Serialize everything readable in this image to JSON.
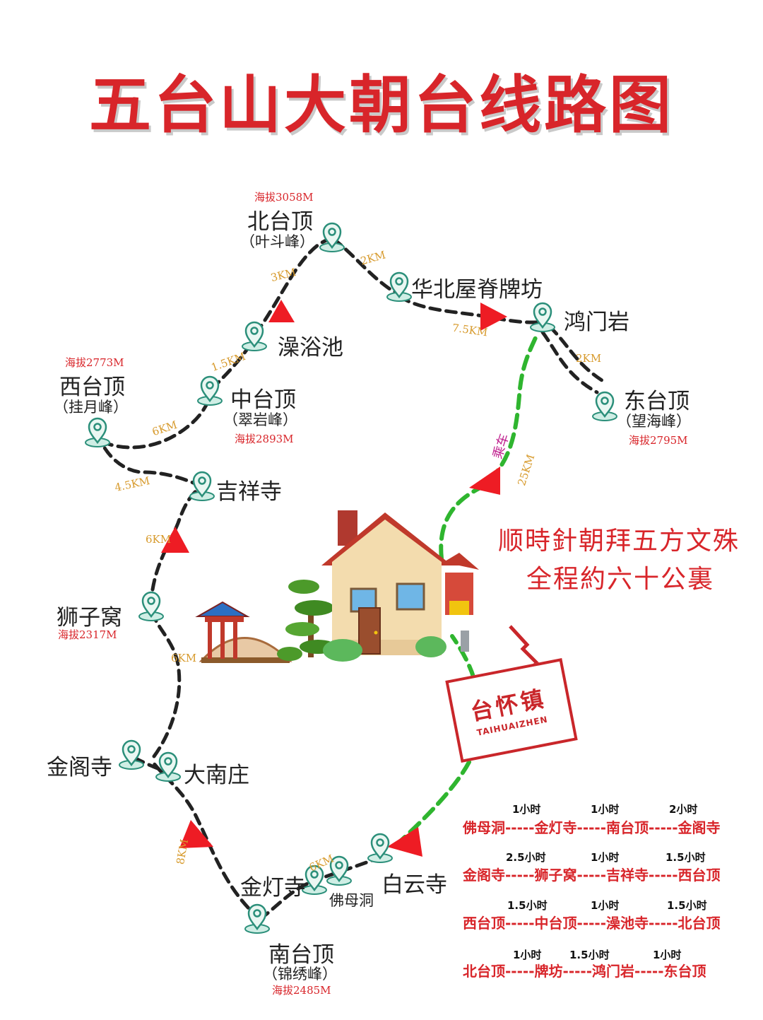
{
  "title": "五台山大朝台线路图",
  "places": {
    "beitai": {
      "name": "北台顶",
      "alias": "（叶斗峰）",
      "altitude": "海拔3058M"
    },
    "huabei": {
      "name": "华北屋脊牌坊"
    },
    "hongmen": {
      "name": "鸿门岩"
    },
    "zaoyu": {
      "name": "澡浴池"
    },
    "xitai": {
      "name": "西台顶",
      "alias": "（挂月峰）",
      "altitude": "海拔2773M"
    },
    "zhongtai": {
      "name": "中台顶",
      "alias": "（翠岩峰）",
      "altitude": "海拔2893M"
    },
    "dongtai": {
      "name": "东台顶",
      "alias": "（望海峰）",
      "altitude": "海拔2795M"
    },
    "jixiang": {
      "name": "吉祥寺"
    },
    "shizi": {
      "name": "狮子窝",
      "altitude": "海拔2317M"
    },
    "jinge": {
      "name": "金阁寺"
    },
    "dananzhuang": {
      "name": "大南庄"
    },
    "jindeng": {
      "name": "金灯寺"
    },
    "fomu": {
      "name": "佛母洞"
    },
    "baiyun": {
      "name": "白云寺"
    },
    "nantai": {
      "name": "南台顶",
      "alias": "（锦绣峰）",
      "altitude": "海拔2485M"
    }
  },
  "distances": {
    "d_zaoyu_beitai": "3KM",
    "d_beitai_huabei": "2KM",
    "d_huabei_hongmen": "7.5KM",
    "d_hongmen_dongtai": "2KM",
    "d_zhongtai_zaoyu": "1.5KM",
    "d_xitai_zhongtai": "6KM",
    "d_xitai_jixiang": "4.5KM",
    "d_shizi_jixiang": "6KM",
    "d_jinge_shizi": "6KM",
    "d_nantai_jinge": "8KM",
    "d_jindeng_baiyun": "6KM",
    "d_town_hongmen": "25KM"
  },
  "ride_label": "乘车",
  "town": {
    "name": "台怀镇",
    "pinyin": "TAIHUAIZHEN"
  },
  "note": {
    "line1": "顺時針朝拜五方文殊",
    "line2": "全程約六十公裏"
  },
  "schedule": [
    {
      "stops": [
        "佛母洞",
        "金灯寺",
        "南台顶",
        "金阁寺"
      ],
      "times": [
        "1小时",
        "1小时",
        "2小时"
      ]
    },
    {
      "stops": [
        "金阁寺",
        "狮子窝",
        "吉祥寺",
        "西台顶"
      ],
      "times": [
        "2.5小时",
        "1小时",
        "1.5小时"
      ]
    },
    {
      "stops": [
        "西台顶",
        "中台顶",
        "澡池寺",
        "北台顶"
      ],
      "times": [
        "1.5小时",
        "1小时",
        "1.5小时"
      ]
    },
    {
      "stops": [
        "北台顶",
        "牌坊",
        "鸿门岩",
        "东台顶"
      ],
      "times": [
        "1小时",
        "1.5小时",
        "1小时"
      ]
    }
  ],
  "schedule_sep": "-----",
  "colors": {
    "title": "#d8252a",
    "route": "#222222",
    "drive": "#2fb52f",
    "arrow": "#ee1c24",
    "pin": "#2b8f7a",
    "distance": "#d79a2c"
  }
}
